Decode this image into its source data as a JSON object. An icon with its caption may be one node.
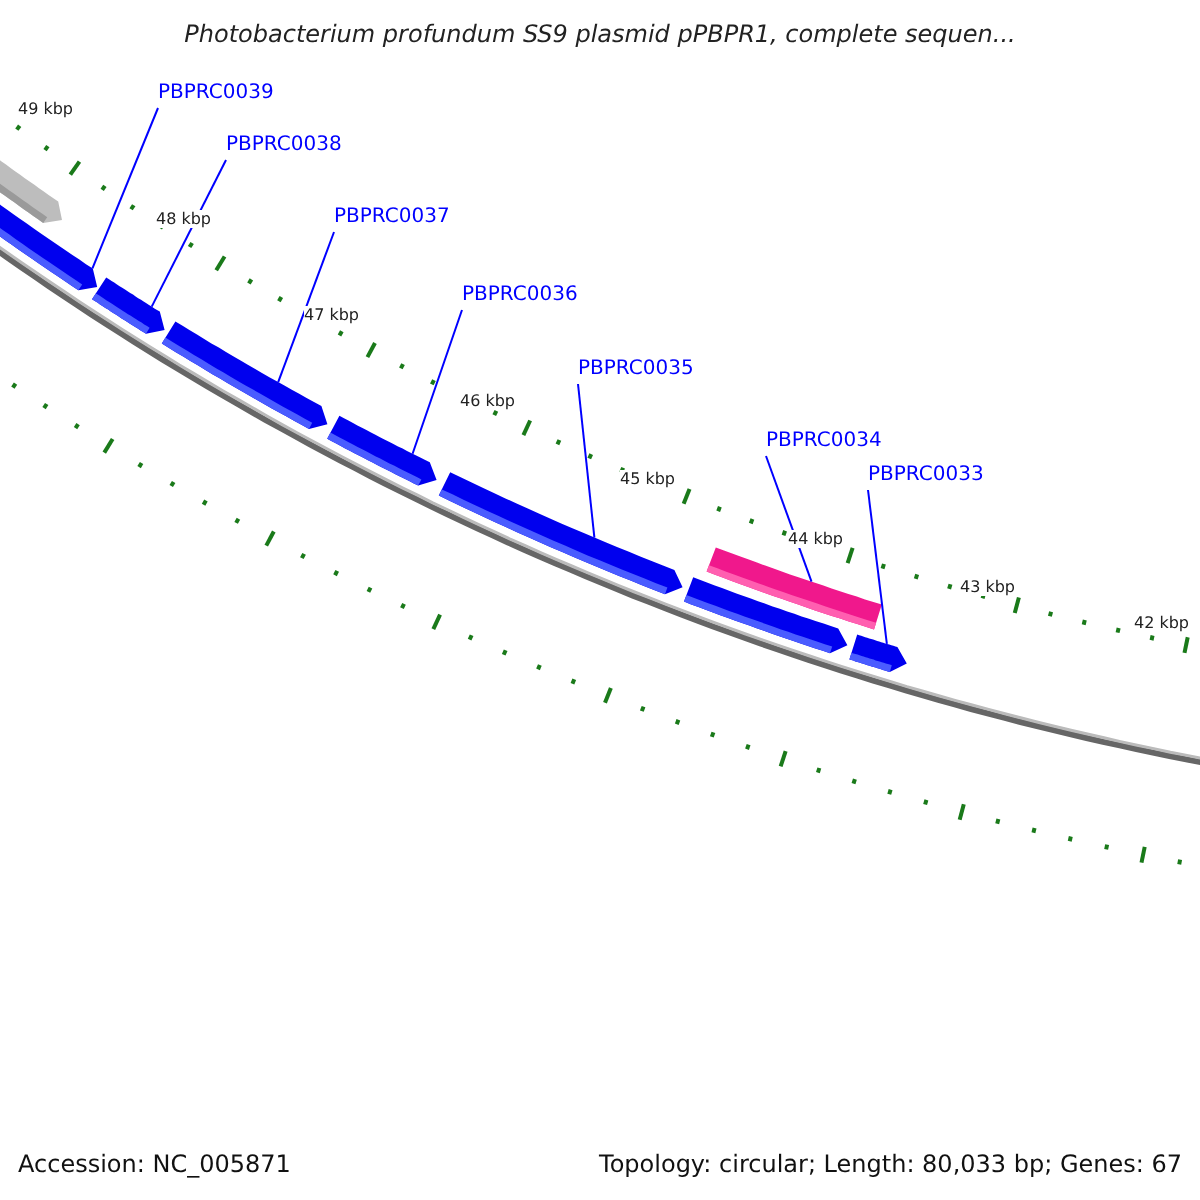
{
  "diagram": {
    "title": "Photobacterium profundum SS9 plasmid pPBPR1, complete sequen...",
    "nodes": [
      {
        "text": [
          "PBPRC0039"
        ]
      },
      {
        "text": [
          "PBPRC0038"
        ]
      },
      {
        "text": [
          "PBPRC0037"
        ]
      },
      {
        "text": [
          "PBPRC0036"
        ]
      },
      {
        "text": [
          "PBPRC0035"
        ]
      },
      {
        "text": [
          "PBPRC0034"
        ]
      },
      {
        "text": [
          "PBPRC0033"
        ]
      },
      {
        "text": [],
        "shape": "arrow"
      },
      {
        "text": [],
        "shape": "arrow"
      },
      {
        "text": [],
        "shape": "arrow"
      },
      {
        "text": [],
        "shape": "arrow"
      },
      {
        "text": [],
        "shape": "arrow"
      },
      {
        "text": [],
        "shape": "arrow"
      },
      {
        "text": [],
        "shape": "bar"
      },
      {
        "text": [],
        "shape": "arrow"
      },
      {
        "text": [],
        "shape": "arrow"
      }
    ],
    "edges": [
      {
        "from": 0,
        "to": 8,
        "arrow": "none"
      },
      {
        "from": 1,
        "to": 9,
        "arrow": "none"
      },
      {
        "from": 2,
        "to": 10,
        "arrow": "none"
      },
      {
        "from": 3,
        "to": 11,
        "arrow": "none"
      },
      {
        "from": 4,
        "to": 12,
        "arrow": "none"
      },
      {
        "from": 5,
        "to": 13,
        "arrow": "none"
      },
      {
        "from": 6,
        "to": 15,
        "arrow": "none"
      }
    ],
    "labels": [
      "49 kbp",
      "48 kbp",
      "47 kbp",
      "46 kbp",
      "45 kbp",
      "44 kbp",
      "43 kbp",
      "42 kbp",
      "Accession: NC_005871",
      "Topology: circular; Length: 80,033 bp; Genes: 67"
    ]
  }
}
